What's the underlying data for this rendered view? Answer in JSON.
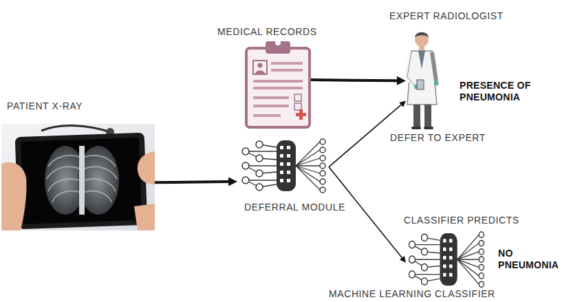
{
  "diagram": {
    "nodes": [
      {
        "text": [
          "PATIENT X-RAY"
        ]
      },
      {
        "text": [
          "MEDICAL RECORDS"
        ]
      },
      {
        "text": [
          "EXPERT RADIOLOGIST",
          "PRESENCE OF PNEUMONIA"
        ]
      },
      {
        "text": [
          "DEFERRAL MODULE"
        ]
      },
      {
        "text": [
          "NO PNEUMONIA",
          "MACHINE LEARNING CLASSIFIER"
        ]
      }
    ],
    "edges": [
      {
        "from": 0,
        "to": 3,
        "arrow": "to"
      },
      {
        "from": 1,
        "to": 2,
        "arrow": "to"
      },
      {
        "from": 3,
        "to": 2,
        "label": "DEFER TO EXPERT",
        "arrow": "to"
      },
      {
        "from": 3,
        "to": 4,
        "label": "CLASSIFIER PREDICTS",
        "arrow": "to"
      }
    ]
  }
}
